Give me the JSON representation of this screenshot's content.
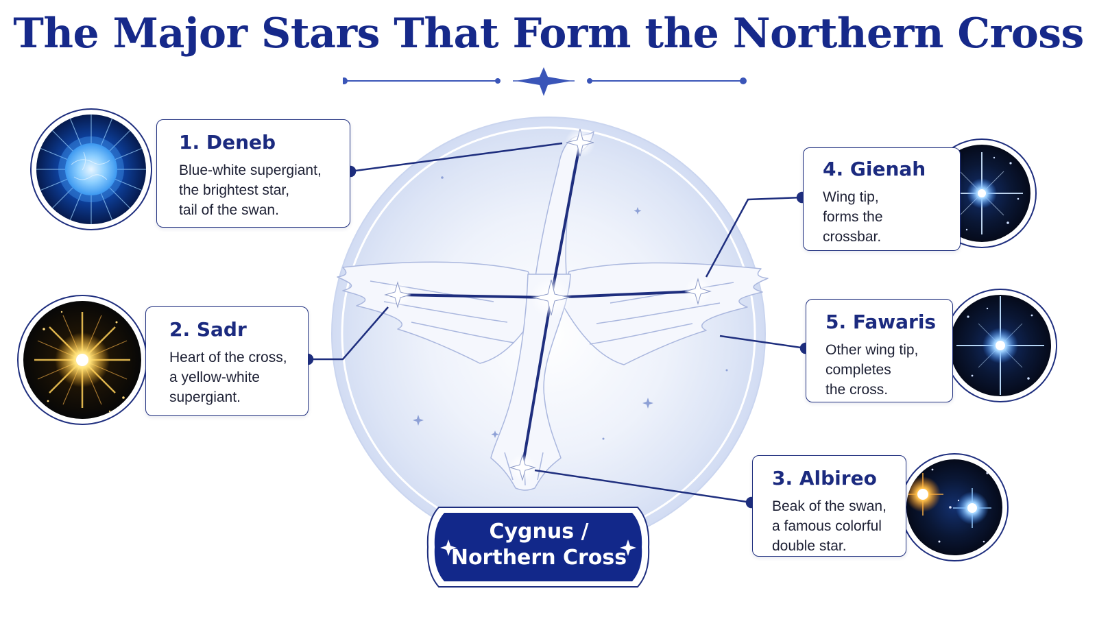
{
  "title": "The Major Stars That Form the Northern Cross",
  "constellation_label": {
    "line1": "Cygnus /",
    "line2": "Northern Cross"
  },
  "stars": [
    {
      "heading": "1. Deneb",
      "description": "Blue-white supergiant,\nthe brightest star,\ntail of the swan."
    },
    {
      "heading": "2. Sadr",
      "description": "Heart of the cross,\na yellow-white\nsupergiant."
    },
    {
      "heading": "4. Gienah",
      "description": "Wing tip,\nforms the\ncrossbar."
    },
    {
      "heading": "5. Fawaris",
      "description": "Other wing tip,\ncompletes\nthe cross."
    },
    {
      "heading": "3. Albireo",
      "description": "Beak of the swan,\na famous colorful\ndouble star."
    }
  ],
  "colors": {
    "navy": "#16298a",
    "connector": "#1e2e7e",
    "glow": "#dbe3f7",
    "deneb": "#6fb8ff",
    "sadr": "#ffc23a",
    "albireo_primary": "#ff9d22",
    "albireo_secondary": "#5cb6ff"
  },
  "icons": [
    "blue-supergiant-icon",
    "yellow-supergiant-icon",
    "white-star-icon",
    "blue-star-icon",
    "double-star-icon",
    "swan-illustration",
    "sparkle-divider-icon"
  ]
}
